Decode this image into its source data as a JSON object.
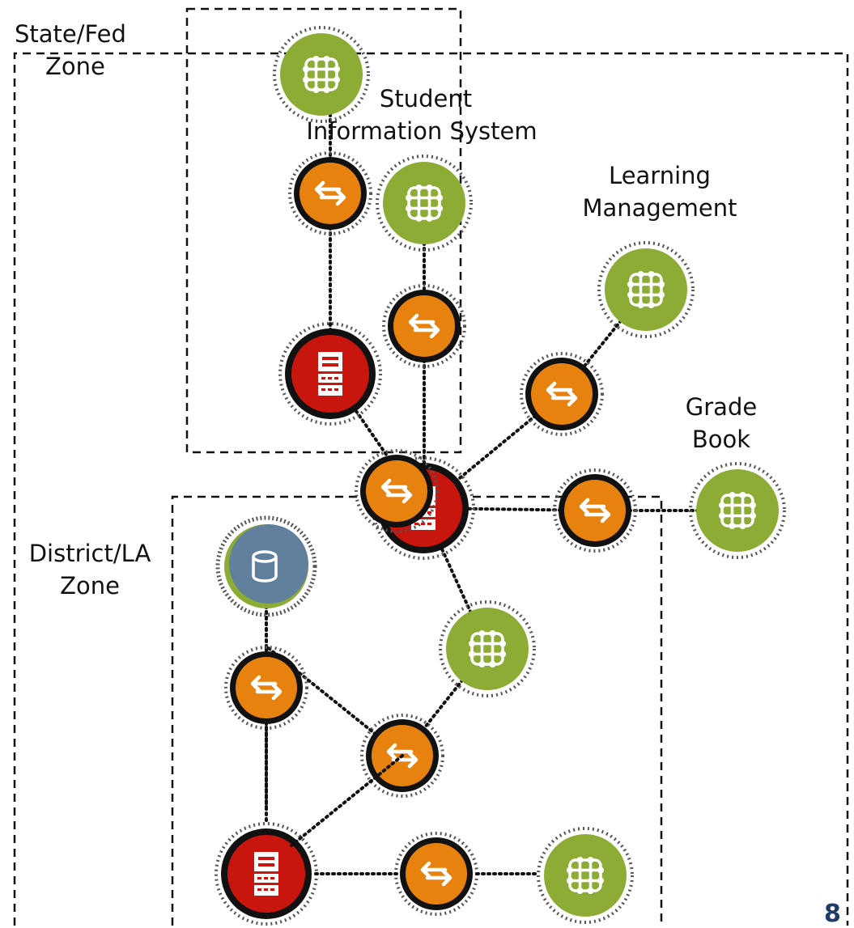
{
  "labels": {
    "state_fed_zone": [
      "State/Fed",
      "Zone"
    ],
    "student_information_system": [
      "Student",
      "Information System"
    ],
    "learning_management": [
      "Learning",
      "Management"
    ],
    "grade_book": [
      "Grade",
      "Book"
    ],
    "district_la_zone": [
      "District/LA",
      "Zone"
    ]
  },
  "page_number": "8",
  "colors": {
    "application": "#8cac35",
    "connector": "#e8820e",
    "server": "#c8160f",
    "database": "#60809e",
    "line": "#111111"
  },
  "icons": {
    "application": "grid-network-icon",
    "connector": "exchange-arrows-icon",
    "server": "server-rack-icon",
    "database": "database-cylinder-icon"
  }
}
